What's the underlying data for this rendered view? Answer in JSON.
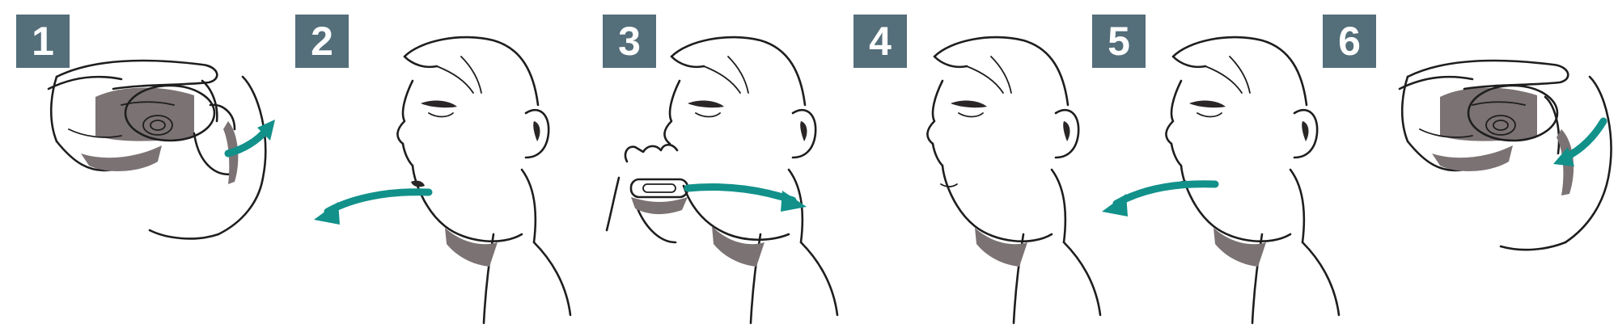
{
  "colors": {
    "badge": "#546e7a",
    "arrow": "#11918a",
    "line": "#1e1e1e",
    "shadow": "#7b7273"
  },
  "steps": [
    {
      "number": "1",
      "illustration": "hands-opening-inhaler",
      "arrow": "open-arrow"
    },
    {
      "number": "2",
      "illustration": "breathe-out",
      "arrow": "exhale-arrow"
    },
    {
      "number": "3",
      "illustration": "inhale-through-inhaler",
      "arrow": "inhale-arrow"
    },
    {
      "number": "4",
      "illustration": "hold-breath",
      "arrow": null
    },
    {
      "number": "5",
      "illustration": "breathe-out",
      "arrow": "exhale-arrow"
    },
    {
      "number": "6",
      "illustration": "hands-closing-inhaler",
      "arrow": "close-arrow"
    }
  ]
}
